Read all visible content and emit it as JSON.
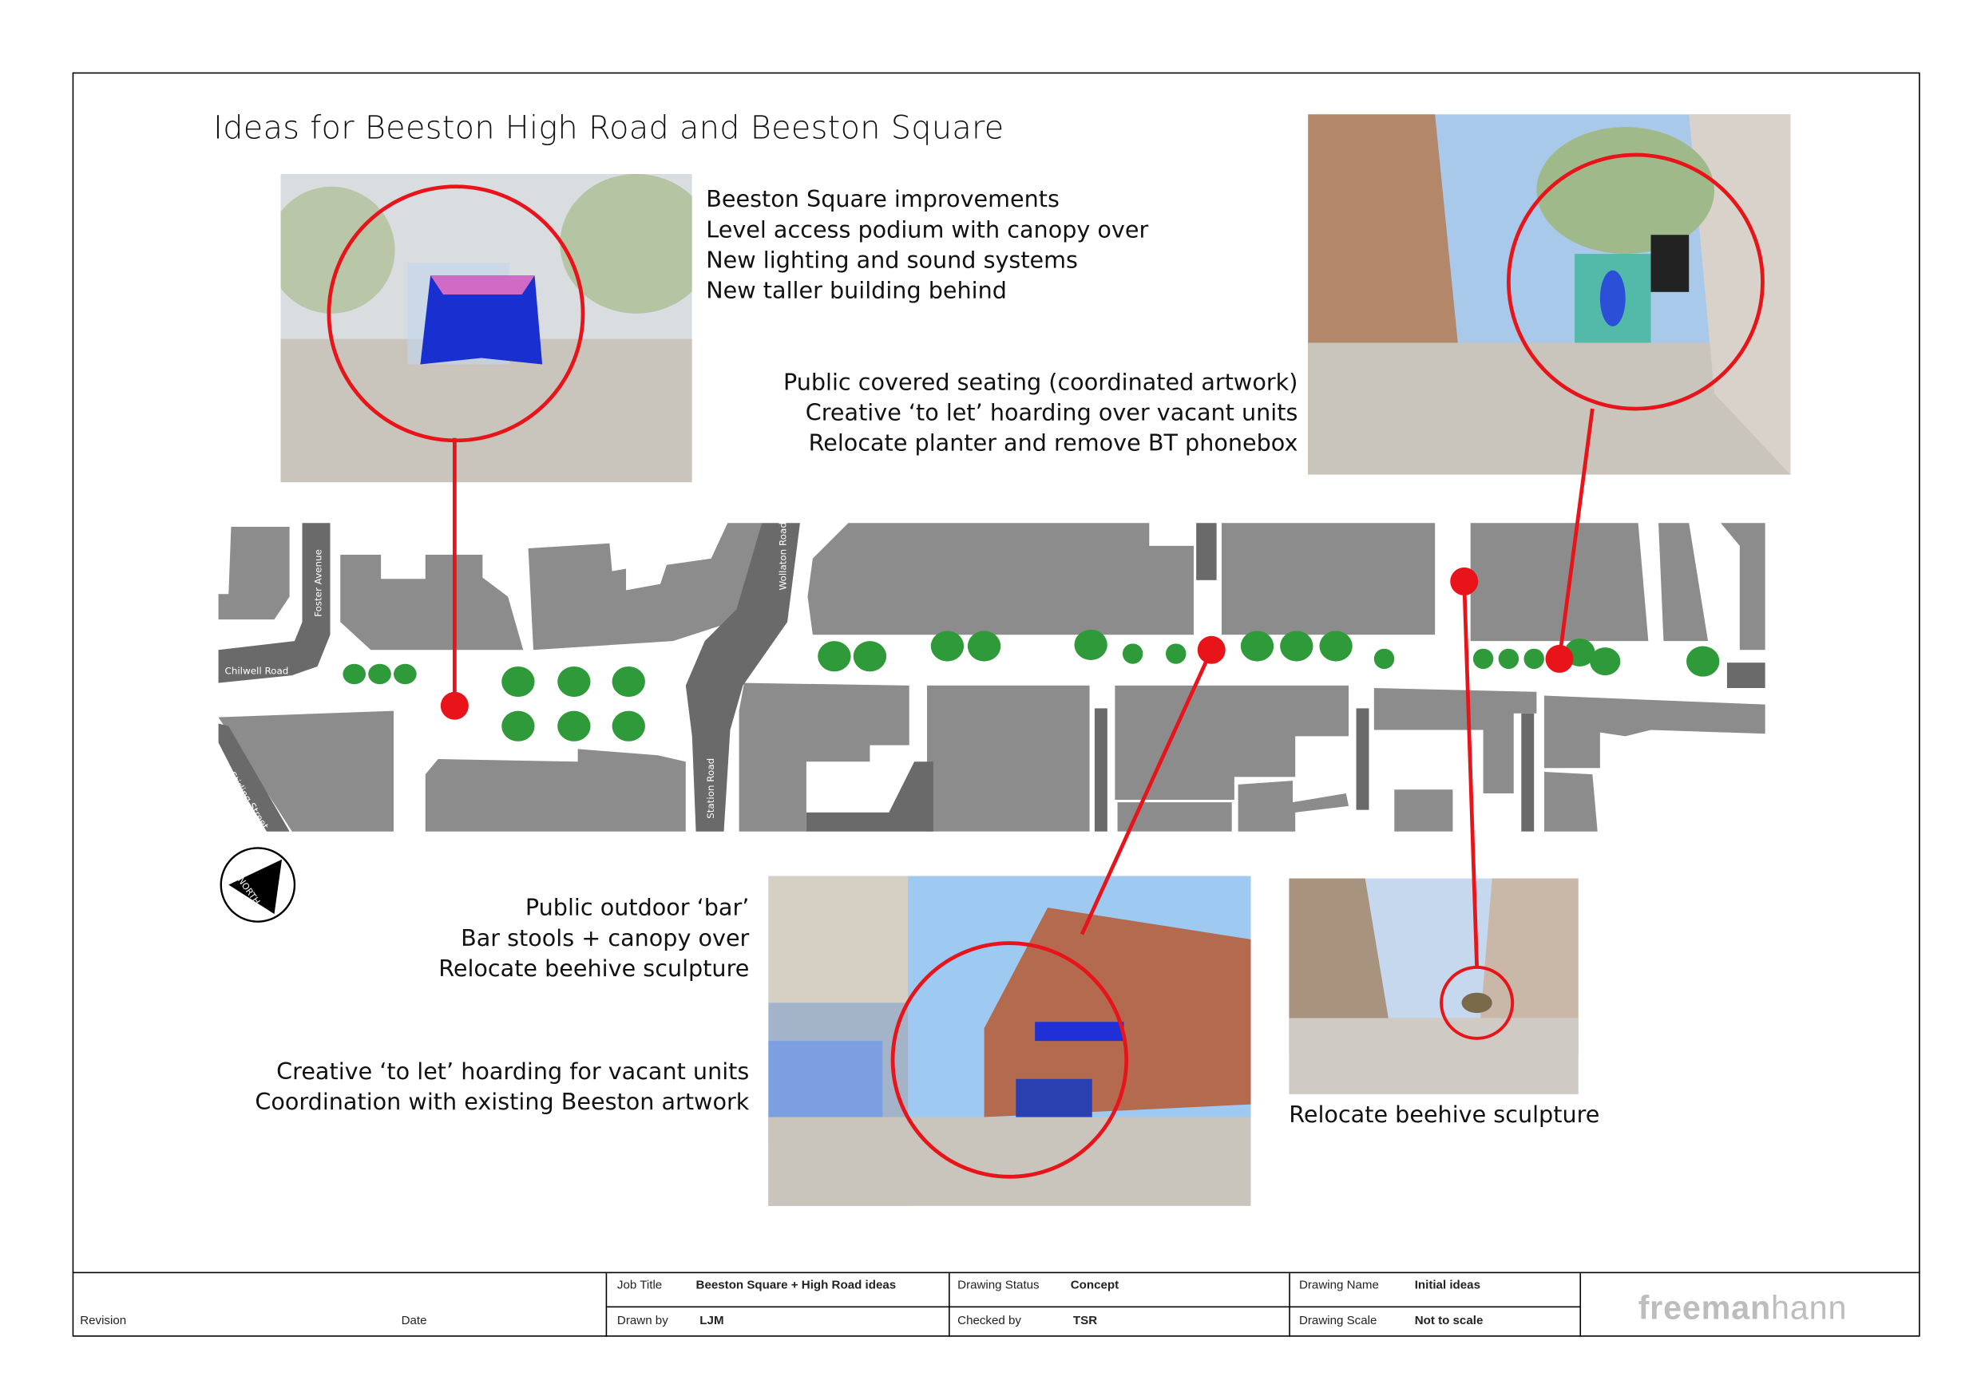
{
  "title": "Ideas for Beeston High Road and Beeston Square",
  "notes": {
    "square": [
      "Beeston Square improvements",
      "Level access podium with canopy over",
      "New lighting and sound systems",
      "New taller building behind"
    ],
    "seating": [
      "Public covered seating (coordinated artwork)",
      "Creative ‘to let’ hoarding over vacant units",
      "Relocate planter and remove BT phonebox"
    ],
    "bar": [
      "Public outdoor ‘bar’",
      "Bar stools + canopy over",
      "Relocate beehive sculpture"
    ],
    "hoarding": [
      "Creative ‘to let’ hoarding for vacant units",
      "Coordination with existing Beeston artwork"
    ],
    "beehive": "Relocate beehive sculpture"
  },
  "map": {
    "streets": [
      "Foster Avenue",
      "Chilwell Road",
      "Stirling Street",
      "Wollaton Road",
      "Station Road"
    ],
    "north_label": "NORTH",
    "colors": {
      "building": "#8c8c8c",
      "road": "#6a6a6a",
      "tree": "#2e9a3a",
      "marker": "#e8141a"
    }
  },
  "title_block": {
    "revision_label": "Revision",
    "date_label": "Date",
    "job_title_label": "Job Title",
    "job_title": "Beeston Square + High Road ideas",
    "drawn_by_label": "Drawn by",
    "drawn_by": "LJM",
    "drawing_status_label": "Drawing Status",
    "drawing_status": "Concept",
    "checked_by_label": "Checked by",
    "checked_by": "TSR",
    "drawing_name_label": "Drawing Name",
    "drawing_name": "Initial ideas",
    "drawing_scale_label": "Drawing Scale",
    "drawing_scale": "Not to scale",
    "logo": "freemanhann"
  }
}
